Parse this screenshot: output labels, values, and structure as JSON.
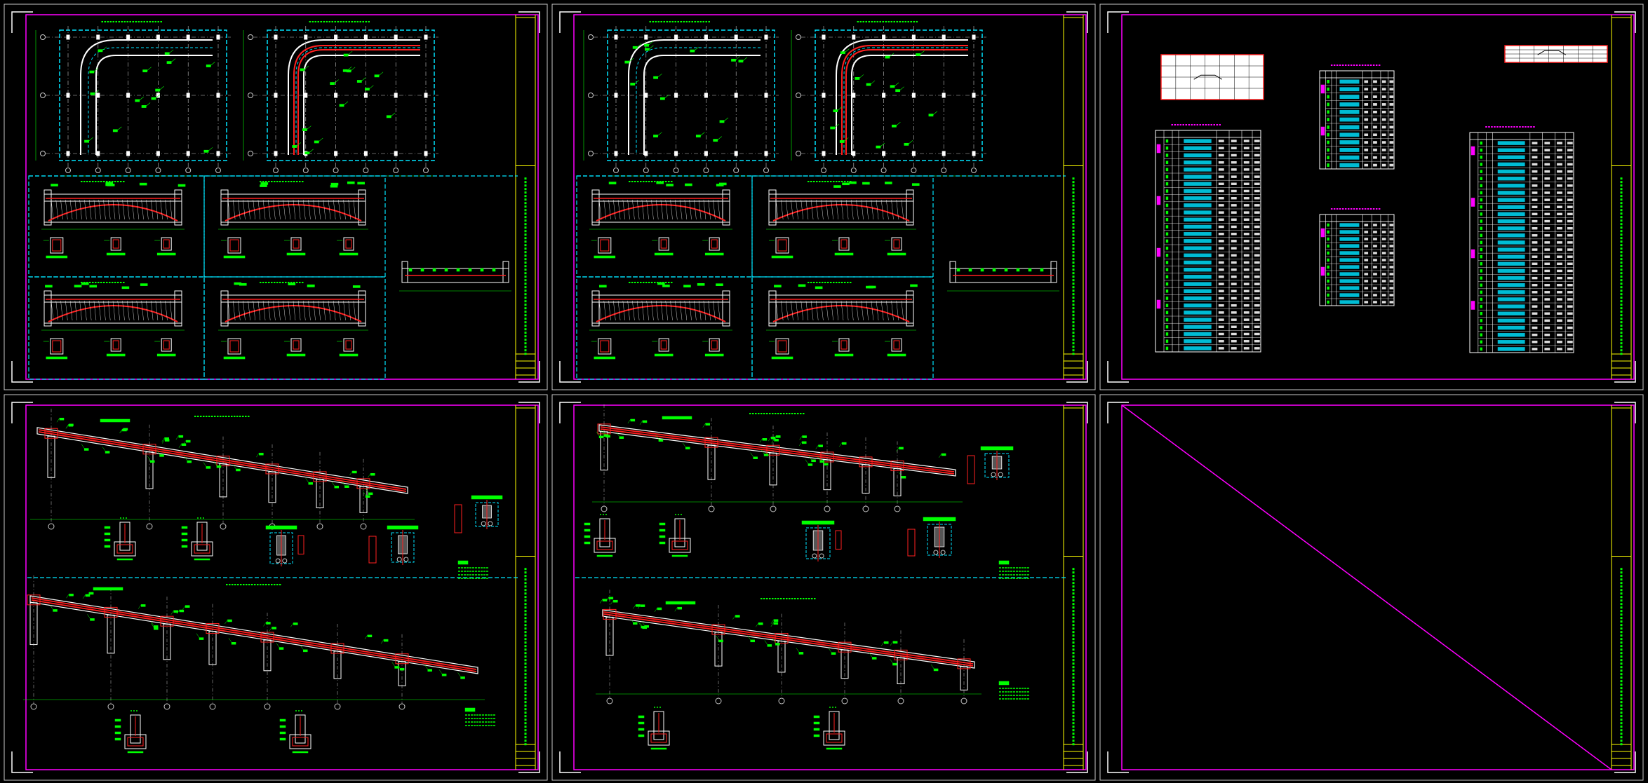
{
  "colors": {
    "background": "#000000",
    "sheet_frame": "#c8c8c8",
    "title_border": "#ff00ff",
    "title_block": "#ffff00",
    "axis": "#c8c8c8",
    "rebar": "#ff2020",
    "dimension": "#00ff00",
    "detail_box": "#00e5ff",
    "text": "#00ff00",
    "table_title": "#ff00ff",
    "cell_fill": "#00bcd4"
  },
  "icons": {
    "ramp_plan": "curved-ramp-plan-icon",
    "ramp_section": "sloped-ramp-section-icon",
    "schedule": "rebar-schedule-table-icon",
    "empty_sheet": "empty-sheet-cross-icon"
  },
  "sheets": [
    {
      "id": "sheet-1",
      "kind": "plans-and-sections"
    },
    {
      "id": "sheet-2",
      "kind": "plans-and-sections"
    },
    {
      "id": "sheet-3",
      "kind": "rebar-schedules"
    },
    {
      "id": "sheet-4",
      "kind": "ramp-longitudinal-sections"
    },
    {
      "id": "sheet-5",
      "kind": "ramp-longitudinal-sections"
    },
    {
      "id": "sheet-6",
      "kind": "empty"
    }
  ]
}
